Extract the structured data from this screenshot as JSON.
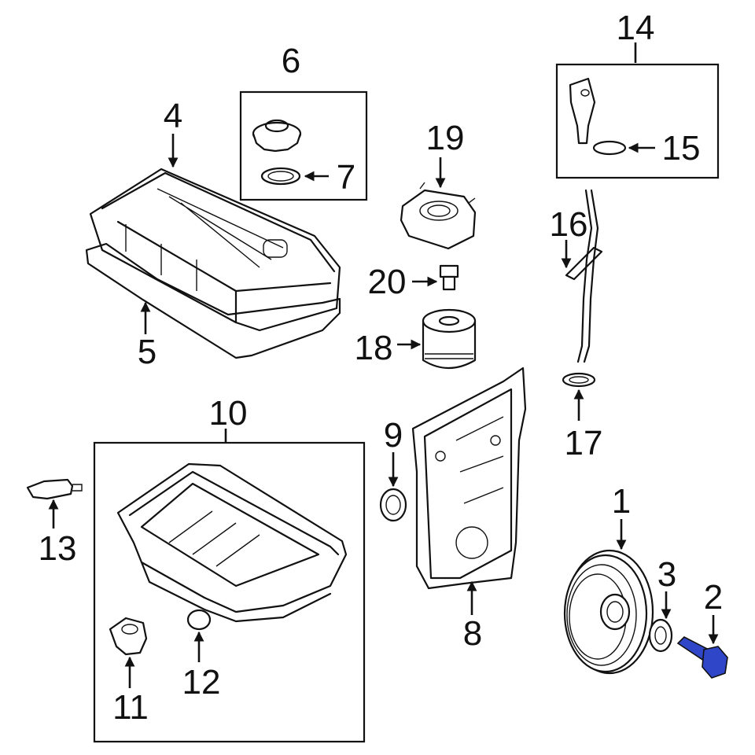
{
  "diagram": {
    "highlight_color": "#2f46c8",
    "line_color": "#111111",
    "callouts": {
      "c1": "1",
      "c2": "2",
      "c3": "3",
      "c4": "4",
      "c5": "5",
      "c6": "6",
      "c7": "7",
      "c8": "8",
      "c9": "9",
      "c10": "10",
      "c11": "11",
      "c12": "12",
      "c13": "13",
      "c14": "14",
      "c15": "15",
      "c16": "16",
      "c17": "17",
      "c18": "18",
      "c19": "19",
      "c20": "20"
    }
  }
}
